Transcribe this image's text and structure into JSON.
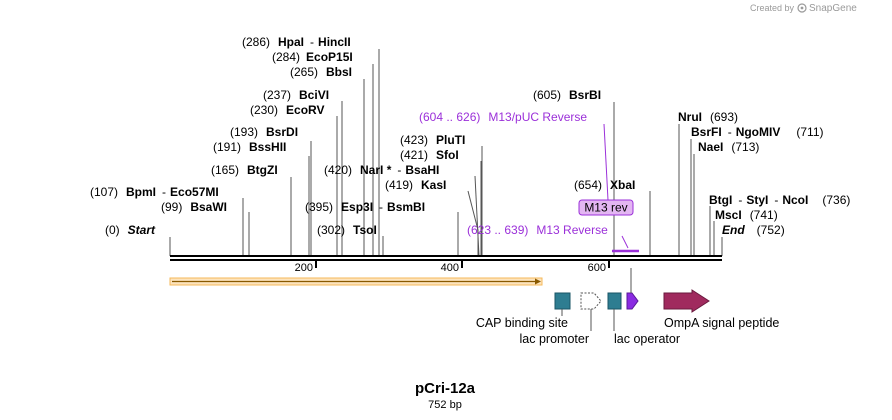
{
  "header": {
    "credit_text": "Created by",
    "brand": "SnapGene"
  },
  "plasmid": {
    "name": "pCri-12a",
    "length_label": "752 bp"
  },
  "ruler_ticks": [
    "200",
    "400",
    "600"
  ],
  "sites": [
    {
      "pos": "(286)",
      "name": "HpaI",
      "name2": "HincII"
    },
    {
      "pos": "(284)",
      "name": "EcoP15I"
    },
    {
      "pos": "(265)",
      "name": "BbsI"
    },
    {
      "pos": "(237)",
      "name": "BciVI"
    },
    {
      "pos": "(230)",
      "name": "EcoRV"
    },
    {
      "pos": "(193)",
      "name": "BsrDI"
    },
    {
      "pos": "(191)",
      "name": "BssHII"
    },
    {
      "pos": "(165)",
      "name": "BtgZI"
    },
    {
      "pos": "(107)",
      "name": "BpmI",
      "name2": "Eco57MI"
    },
    {
      "pos": "(99)",
      "name": "BsaWI"
    },
    {
      "pos": "(0)",
      "name": "Start"
    },
    {
      "pos": "(423)",
      "name": "PluTI"
    },
    {
      "pos": "(421)",
      "name": "SfoI"
    },
    {
      "pos": "(420)",
      "name": "NarI *",
      "name2": "BsaHI"
    },
    {
      "pos": "(419)",
      "name": "KasI"
    },
    {
      "pos": "(395)",
      "name": "Esp3I",
      "name2": "BsmBI"
    },
    {
      "pos": "(302)",
      "name": "TsoI"
    },
    {
      "pos": "(605)",
      "name": "BsrBI"
    },
    {
      "pos": "(654)",
      "name": "XbaI"
    },
    {
      "pos": "(693)",
      "name": "NruI"
    },
    {
      "pos": "(711)",
      "name": "BsrFI",
      "name2": "NgoMIV"
    },
    {
      "pos": "(713)",
      "name": "NaeI"
    },
    {
      "pos": "(736)",
      "name": "BtgI",
      "name2": "StyI",
      "name3": "NcoI"
    },
    {
      "pos": "(741)",
      "name": "MscI"
    },
    {
      "pos": "(752)",
      "name": "End"
    }
  ],
  "primers": [
    {
      "range": "(604 .. 626)",
      "name": "M13/pUC Reverse"
    },
    {
      "range": "(623 .. 639)",
      "name": "M13 Reverse"
    },
    {
      "name": "M13 rev"
    }
  ],
  "features": [
    {
      "name": "CAP binding site"
    },
    {
      "name": "lac promoter"
    },
    {
      "name": "lac operator"
    },
    {
      "name": "OmpA signal peptide"
    }
  ],
  "colors": {
    "backbone": "#000000",
    "orf_arrow": "#f5b85a",
    "cap_site": "#2e7d91",
    "lac_operator": "#2e7d91",
    "lac_promoter_fill": "#ffffff",
    "lac_promoter_stroke": "#555555",
    "signal_peptide": "#a02a5e",
    "primer_box": "#e3b6f2",
    "primer_text": "#9b30d9",
    "primer_bar": "#9b30d9",
    "violet_arrow": "#8a2be2"
  }
}
